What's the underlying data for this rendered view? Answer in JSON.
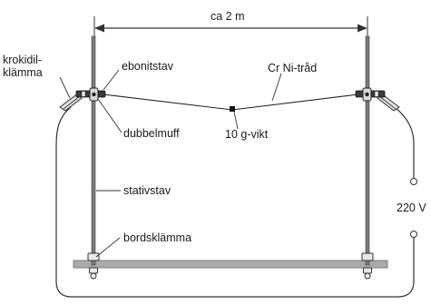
{
  "labels": {
    "distance": "ca 2 m",
    "clip": "krokidil-\nklämma",
    "ebonite_rod": "ebonitstav",
    "wire": "Cr Ni-tråd",
    "double_clamp": "dubbelmuff",
    "weight": "10 g-vikt",
    "stand_rod": "stativstav",
    "voltage": "220 V",
    "table_clamp": "bordsklämma"
  },
  "colors": {
    "line": "#333333",
    "rod": "#555555",
    "table": "#a9aaab",
    "clamp": "#222222"
  }
}
